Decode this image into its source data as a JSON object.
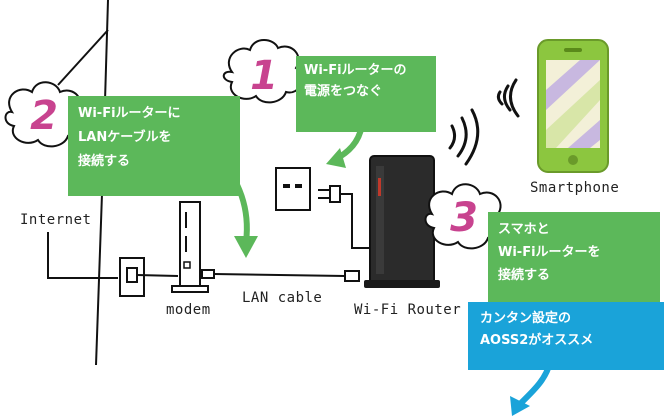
{
  "steps": [
    {
      "number": "1",
      "text": "Wi-Fiルーターの\n電源をつなぐ"
    },
    {
      "number": "2",
      "text": "Wi-Fiルーターに\nLANケーブルを\n接続する"
    },
    {
      "number": "3",
      "text": "スマホと\nWi-Fiルーターを\n接続する"
    }
  ],
  "tip": {
    "text": "カンタン設定の\nAOSS2がオススメ"
  },
  "labels": {
    "internet": "Internet",
    "modem": "modem",
    "lan_cable": "LAN cable",
    "router": "Wi-Fi Router",
    "smartphone": "Smartphone"
  },
  "colors": {
    "step_green": "#5cb85a",
    "tip_blue": "#1aa3d9",
    "number_pink": "#c8438f",
    "phone_green": "#8cc63f",
    "router_body": "#2b2b2b",
    "router_accent": "#c0392b"
  }
}
